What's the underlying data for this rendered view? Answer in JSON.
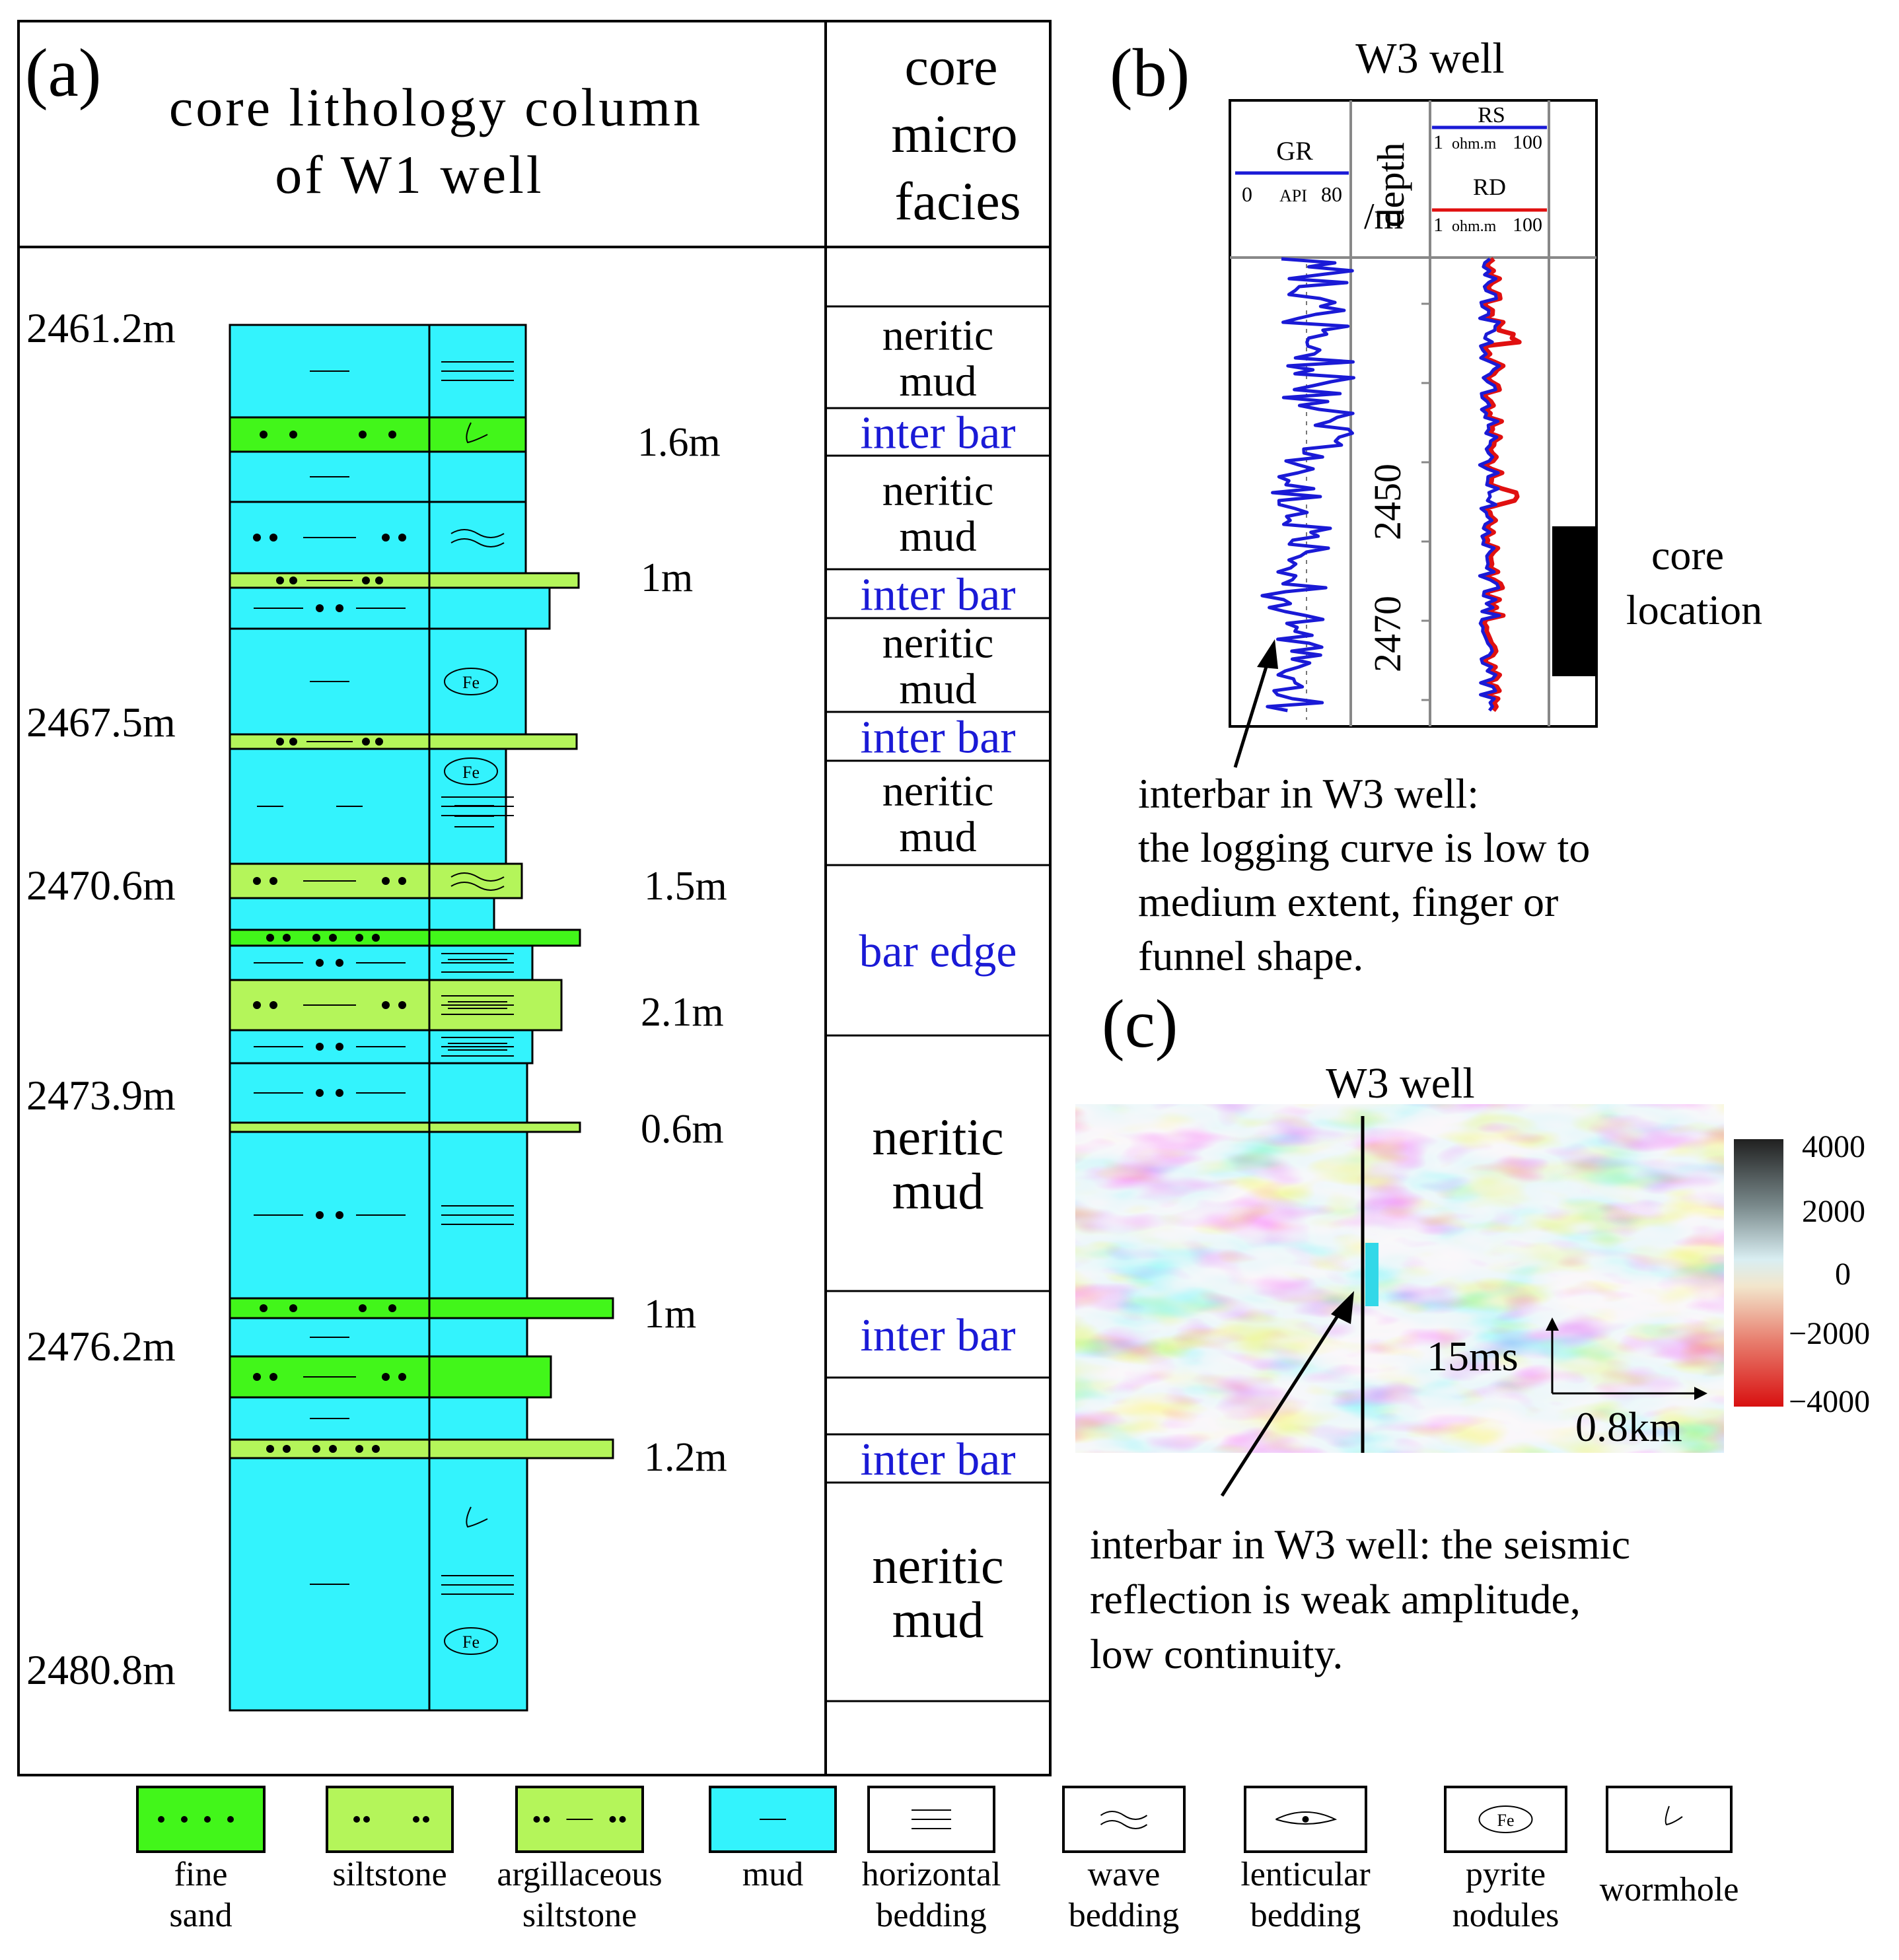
{
  "panel_a": {
    "label": "(a)",
    "title_line1": "core  lithology  column",
    "title_line2": "of W1 well",
    "facies_header": [
      "core",
      "micro",
      "facies"
    ],
    "depths": [
      "2461.2m",
      "2467.5m",
      "2470.6m",
      "2473.9m",
      "2476.2m",
      "2480.8m"
    ],
    "thickness_labels": [
      "1.6m",
      "1m",
      "1.5m",
      "2.1m",
      "0.6m",
      "1m",
      "1.2m"
    ],
    "facies": [
      {
        "lines": [
          "neritic",
          "mud"
        ],
        "blue": false
      },
      {
        "lines": [
          "inter bar"
        ],
        "blue": true
      },
      {
        "lines": [
          "neritic",
          "mud"
        ],
        "blue": false
      },
      {
        "lines": [
          "inter bar"
        ],
        "blue": true
      },
      {
        "lines": [
          "neritic",
          "mud"
        ],
        "blue": false
      },
      {
        "lines": [
          "inter bar"
        ],
        "blue": true
      },
      {
        "lines": [
          "neritic",
          "mud"
        ],
        "blue": false
      },
      {
        "lines": [
          "bar edge"
        ],
        "blue": true
      },
      {
        "lines": [
          "neritic",
          "mud"
        ],
        "blue": false
      },
      {
        "lines": [
          "inter bar"
        ],
        "blue": true
      },
      {
        "lines": [
          "inter bar"
        ],
        "blue": true
      },
      {
        "lines": [
          "neritic",
          "mud"
        ],
        "blue": false
      }
    ],
    "pyrite_label": "Fe"
  },
  "panel_b": {
    "label": "(b)",
    "title": "W3  well",
    "gr_name": "GR",
    "gr_scale": [
      "0",
      "API",
      "80"
    ],
    "depth_header": [
      "depth",
      "/m"
    ],
    "rs_name": "RS",
    "rs_scale": [
      "1",
      "ohm.m",
      "100"
    ],
    "rd_name": "RD",
    "rd_scale": [
      "1",
      "ohm.m",
      "100"
    ],
    "depth_ticks": [
      "2450",
      "2470"
    ],
    "core_location": [
      "core",
      "location"
    ],
    "annotation": [
      "interbar in W3 well:",
      "the logging curve is low to",
      "medium extent, finger or",
      "funnel shape."
    ],
    "colors": {
      "gr": "#1a1ad6",
      "rs": "#1a1ad6",
      "rd": "#e01010"
    }
  },
  "panel_c": {
    "label": "(c)",
    "well": "W3 well",
    "colorbar_ticks": [
      "4000",
      "2000",
      "0",
      "−2000",
      "−4000"
    ],
    "scale_time": "15ms",
    "scale_dist": "0.8km",
    "annotation": [
      "interbar in W3 well: the seismic",
      "reflection is weak amplitude,",
      "low continuity."
    ]
  },
  "legend": [
    {
      "name": "fine-sand",
      "lines": [
        "fine",
        "sand"
      ]
    },
    {
      "name": "siltstone",
      "lines": [
        "siltstone"
      ]
    },
    {
      "name": "argillaceous-siltstone",
      "lines": [
        "argillaceous",
        "siltstone"
      ]
    },
    {
      "name": "mud",
      "lines": [
        "mud"
      ]
    },
    {
      "name": "horizontal-bedding",
      "lines": [
        "horizontal",
        "bedding"
      ]
    },
    {
      "name": "wave-bedding",
      "lines": [
        "wave",
        "bedding"
      ]
    },
    {
      "name": "lenticular-bedding",
      "lines": [
        "lenticular",
        "bedding"
      ]
    },
    {
      "name": "pyrite-nodules",
      "lines": [
        "pyrite",
        "nodules"
      ]
    },
    {
      "name": "wormhole",
      "lines": [
        "wormhole"
      ]
    }
  ]
}
